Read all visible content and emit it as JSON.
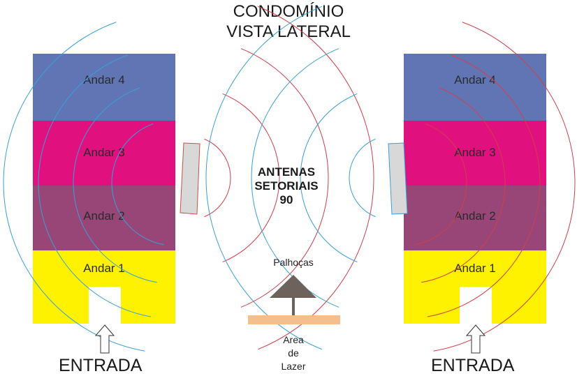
{
  "title": {
    "line1": "CONDOMÍNIO",
    "line2": "VISTA LATERAL"
  },
  "buildings": [
    {
      "floors": [
        "Andar 4",
        "Andar 3",
        "Andar 2",
        "Andar 1"
      ],
      "entrance_label": "ENTRADA"
    },
    {
      "floors": [
        "Andar 4",
        "Andar 3",
        "Andar 2",
        "Andar 1"
      ],
      "entrance_label": "ENTRADA"
    }
  ],
  "antenna_label": {
    "line1": "ANTENAS",
    "line2": "SETORIAIS",
    "line3": "90"
  },
  "leisure": {
    "hut_label": "Palhoças",
    "area_line1": "Area",
    "area_line2": "de",
    "area_line3": "Lazer"
  },
  "colors": {
    "floor4": "#6175b5",
    "floor3": "#e0107e",
    "floor2": "#974677",
    "floor1": "#fff200",
    "wave_blue": "#3aa0d8",
    "wave_red": "#d0404a",
    "antenna": "#d8d8d8",
    "hut": "#6e625c",
    "ground": "#f4bf8c"
  }
}
